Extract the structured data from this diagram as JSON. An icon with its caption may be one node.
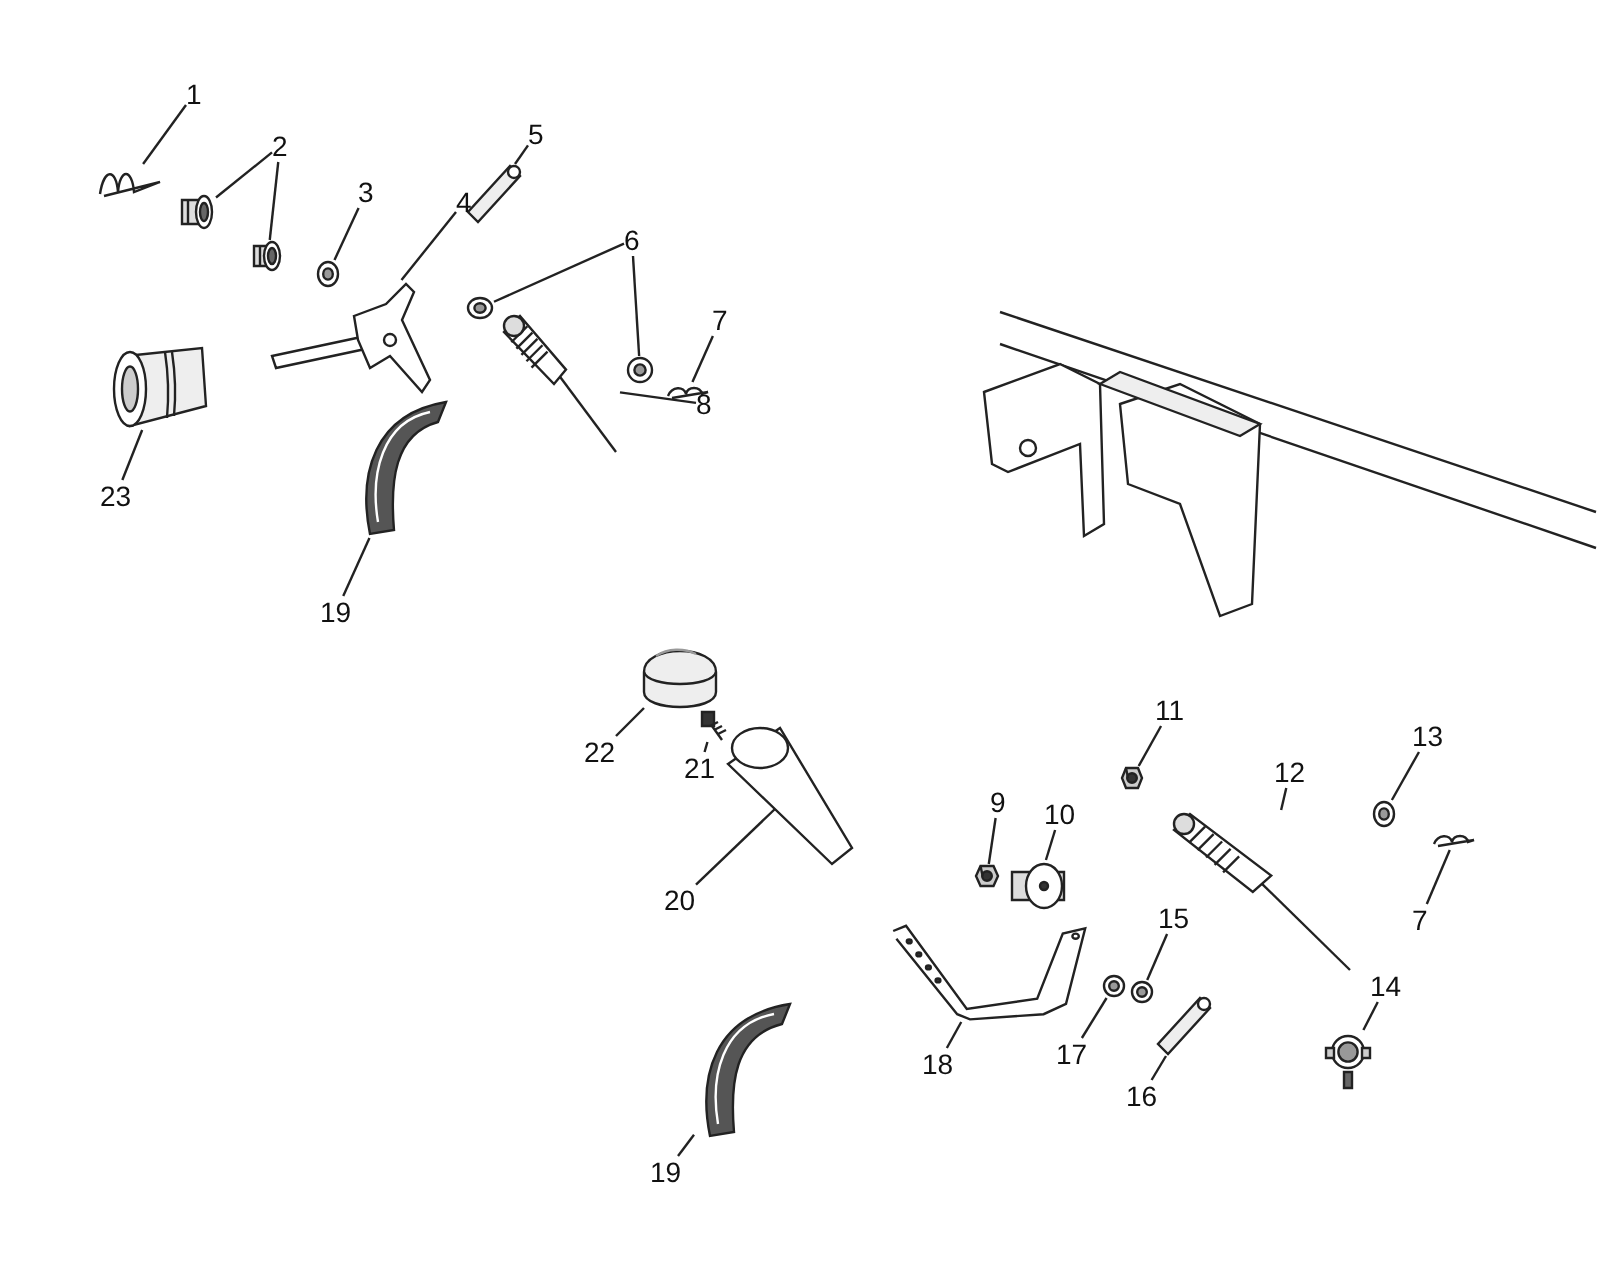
{
  "diagram": {
    "nodes": [
      {
        "text": [
          "1"
        ]
      },
      {
        "text": [],
        "shape": "picture"
      },
      {
        "text": [
          "2"
        ]
      },
      {
        "text": [],
        "shape": "picture"
      },
      {
        "text": [],
        "shape": "picture"
      },
      {
        "text": [
          "3"
        ]
      },
      {
        "text": [],
        "shape": "picture"
      },
      {
        "text": [
          "4"
        ]
      },
      {
        "text": [],
        "shape": "picture"
      },
      {
        "text": [
          "5"
        ]
      },
      {
        "text": [],
        "shape": "picture"
      },
      {
        "text": [
          "6"
        ]
      },
      {
        "text": [],
        "shape": "picture"
      },
      {
        "text": [],
        "shape": "picture"
      },
      {
        "text": [
          "7"
        ]
      },
      {
        "text": [],
        "shape": "picture"
      },
      {
        "text": [
          "8"
        ]
      },
      {
        "text": [],
        "shape": "picture"
      },
      {
        "text": [
          "23"
        ]
      },
      {
        "text": [],
        "shape": "picture"
      },
      {
        "text": [
          "19"
        ]
      },
      {
        "text": [],
        "shape": "picture"
      },
      {
        "text": [
          "22"
        ]
      },
      {
        "text": [],
        "shape": "picture"
      },
      {
        "text": [
          "21"
        ]
      },
      {
        "text": [],
        "shape": "picture"
      },
      {
        "text": [
          "20"
        ]
      },
      {
        "text": [],
        "shape": "picture"
      },
      {
        "text": [
          "11"
        ]
      },
      {
        "text": [],
        "shape": "picture"
      },
      {
        "text": [
          "12"
        ]
      },
      {
        "text": [],
        "shape": "picture"
      },
      {
        "text": [
          "13"
        ]
      },
      {
        "text": [],
        "shape": "picture"
      },
      {
        "text": [
          "7"
        ]
      },
      {
        "text": [],
        "shape": "picture"
      },
      {
        "text": [
          "9"
        ]
      },
      {
        "text": [],
        "shape": "picture"
      },
      {
        "text": [
          "10"
        ]
      },
      {
        "text": [],
        "shape": "picture"
      },
      {
        "text": [
          "18"
        ]
      },
      {
        "text": [],
        "shape": "picture"
      },
      {
        "text": [
          "17"
        ]
      },
      {
        "text": [],
        "shape": "picture"
      },
      {
        "text": [
          "15"
        ]
      },
      {
        "text": [],
        "shape": "picture"
      },
      {
        "text": [
          "16"
        ]
      },
      {
        "text": [],
        "shape": "picture"
      },
      {
        "text": [
          "14"
        ]
      },
      {
        "text": [],
        "shape": "picture"
      },
      {
        "text": [
          "19"
        ]
      },
      {
        "text": [],
        "shape": "picture"
      }
    ],
    "edges": [
      {
        "from": 0,
        "to": 1,
        "arrow": "none"
      },
      {
        "from": 2,
        "to": 3,
        "arrow": "none"
      },
      {
        "from": 2,
        "to": 4,
        "arrow": "none"
      },
      {
        "from": 5,
        "to": 6,
        "arrow": "none"
      },
      {
        "from": 7,
        "to": 8,
        "arrow": "none"
      },
      {
        "from": 9,
        "to": 10,
        "arrow": "none"
      },
      {
        "from": 11,
        "to": 12,
        "arrow": "none"
      },
      {
        "from": 11,
        "to": 13,
        "arrow": "none"
      },
      {
        "from": 14,
        "to": 15,
        "arrow": "none"
      },
      {
        "from": 16,
        "to": 17,
        "arrow": "none"
      },
      {
        "from": 18,
        "to": 19,
        "arrow": "none"
      },
      {
        "from": 20,
        "to": 21,
        "arrow": "none"
      },
      {
        "from": 22,
        "to": 23,
        "arrow": "none"
      },
      {
        "from": 24,
        "to": 25,
        "arrow": "none"
      },
      {
        "from": 26,
        "to": 27,
        "arrow": "none"
      },
      {
        "from": 28,
        "to": 29,
        "arrow": "none"
      },
      {
        "from": 30,
        "to": 31,
        "arrow": "none"
      },
      {
        "from": 32,
        "to": 33,
        "arrow": "none"
      },
      {
        "from": 34,
        "to": 35,
        "arrow": "none"
      },
      {
        "from": 36,
        "to": 37,
        "arrow": "none"
      },
      {
        "from": 38,
        "to": 39,
        "arrow": "none"
      },
      {
        "from": 40,
        "to": 41,
        "arrow": "none"
      },
      {
        "from": 42,
        "to": 43,
        "arrow": "none"
      },
      {
        "from": 44,
        "to": 45,
        "arrow": "none"
      },
      {
        "from": 46,
        "to": 47,
        "arrow": "none"
      },
      {
        "from": 48,
        "to": 49,
        "arrow": "none"
      },
      {
        "from": 50,
        "to": 51,
        "arrow": "none"
      }
    ]
  }
}
